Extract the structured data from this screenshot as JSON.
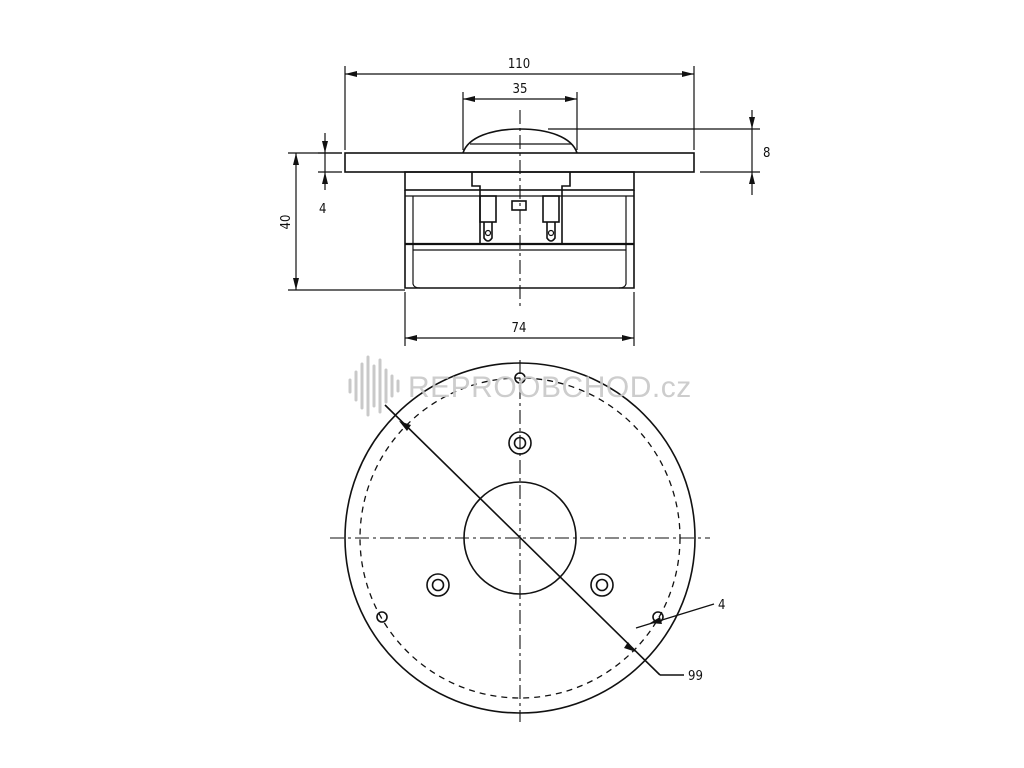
{
  "watermark": {
    "text": "REPROOBCHOD.cz",
    "icon": "sound-wave-icon"
  },
  "side_view": {
    "dim_width_total": "110",
    "dim_dome": "35",
    "dim_height_dome": "8",
    "dim_flange": "4",
    "dim_depth": "40",
    "dim_body": "74"
  },
  "front_view": {
    "dim_hole": "4",
    "dim_bolt_circle": "99"
  }
}
